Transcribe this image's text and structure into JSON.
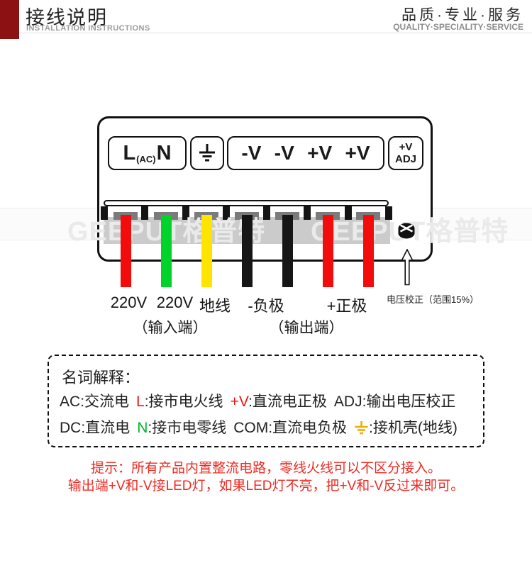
{
  "header": {
    "title_cn": "接线说明",
    "title_en": "INSTALLATION INSTRUCTIONS",
    "quality_cn": "品质·专业·服务",
    "quality_en": "QUALITY·SPECIALITY·SERVICE"
  },
  "watermark": {
    "text": "GEEPUT格普特"
  },
  "unit": {
    "terminal_labels": {
      "l": "L",
      "ac": "(AC)",
      "n": "N",
      "v": [
        "-V",
        "-V",
        "+V",
        "+V"
      ],
      "adj_line1": "+V",
      "adj_line2": "ADJ"
    }
  },
  "diagram": {
    "wire_labels": {
      "in1": "220V",
      "in2": "220V",
      "gnd": "地线",
      "neg": "-负极",
      "pos": "+正极"
    },
    "group_labels": {
      "input": "（输入端）",
      "output": "（输出端）"
    },
    "adj_note": "电压校正（范围15%）",
    "wires": [
      {
        "name": "live-wire",
        "color": "#f20c0c"
      },
      {
        "name": "neutral-wire",
        "color": "#00d42a"
      },
      {
        "name": "ground-wire",
        "color": "#ffe400"
      },
      {
        "name": "negative-wire-1",
        "color": "#161616"
      },
      {
        "name": "negative-wire-2",
        "color": "#161616"
      },
      {
        "name": "positive-wire-1",
        "color": "#f20c0c"
      },
      {
        "name": "positive-wire-2",
        "color": "#f20c0c"
      }
    ]
  },
  "glossary": {
    "heading": "名词解释：",
    "row1": [
      {
        "key": "AC",
        "rest": ":交流电"
      },
      {
        "key": "L",
        "rest": ":接市电火线",
        "key_color": "#ee1515"
      },
      {
        "key": "+V",
        "rest": ":直流电正极",
        "key_color": "#ee1515"
      },
      {
        "key": "ADJ",
        "rest": ":输出电压校正"
      }
    ],
    "row2": [
      {
        "key": "DC",
        "rest": ":直流电"
      },
      {
        "key": "N",
        "rest": ":接市电零线",
        "key_color": "#00b42a"
      },
      {
        "key": "COM",
        "rest": ":直流电负极"
      },
      {
        "icon": "earth-ground-icon",
        "rest": ":接机壳(地线)",
        "icon_color": "#f0ad00"
      }
    ]
  },
  "tips": {
    "line1": "提示：所有产品内置整流电路，零线火线可以不区分接入。",
    "line2": "输出端+V和-V接LED灯，如果LED灯不亮，把+V和-V反过来即可。"
  },
  "colors": {
    "accent_maroon": "#8c1112",
    "tip_red": "#ee2b23",
    "band_gray": "#cbcbcb",
    "pad_gray": "#7b7b7b",
    "wire_red": "#f20c0c",
    "wire_green": "#00d42a",
    "wire_yellow": "#ffe400",
    "wire_black": "#161616",
    "ground_symbol_gold": "#f0ad00"
  }
}
